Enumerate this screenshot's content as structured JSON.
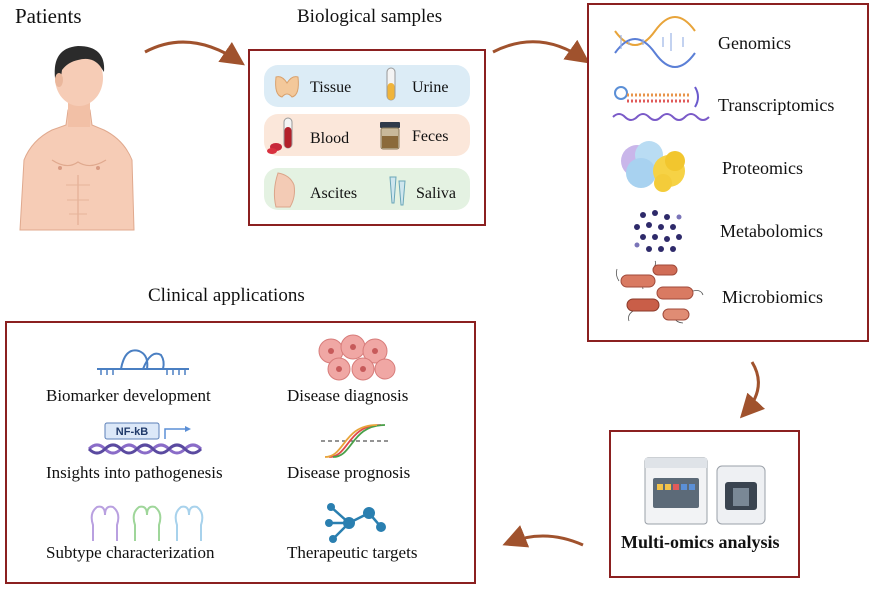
{
  "colors": {
    "box_border": "#8b2020",
    "arrow": "#a0522d",
    "tissue_pill": "#dcecf6",
    "blood_pill": "#fbe7da",
    "ascites_pill": "#e4f2e2"
  },
  "patients": {
    "label": "Patients",
    "icon": "human-torso-icon"
  },
  "samples": {
    "title": "Biological samples",
    "rows": [
      {
        "left": "Tissue",
        "right": "Urine",
        "left_icon": "thyroid-tissue-icon",
        "right_icon": "urine-tube-icon"
      },
      {
        "left": "Blood",
        "right": "Feces",
        "left_icon": "blood-tube-icon",
        "right_icon": "feces-jar-icon"
      },
      {
        "left": "Ascites",
        "right": "Saliva",
        "left_icon": "abdomen-icon",
        "right_icon": "saliva-tubes-icon"
      }
    ]
  },
  "omics": {
    "items": [
      {
        "label": "Genomics",
        "icon": "dna-helix-icon"
      },
      {
        "label": "Transcriptomics",
        "icon": "rna-strand-icon"
      },
      {
        "label": "Proteomics",
        "icon": "protein-cluster-icon"
      },
      {
        "label": "Metabolomics",
        "icon": "metabolite-dots-icon"
      },
      {
        "label": "Microbiomics",
        "icon": "bacteria-icon"
      }
    ]
  },
  "analysis": {
    "label": "Multi-omics analysis",
    "icon": "sequencer-machines-icon"
  },
  "applications": {
    "title": "Clinical applications",
    "items": [
      {
        "label": "Biomarker development",
        "icon": "biomarker-rna-icon"
      },
      {
        "label": "Disease diagnosis",
        "icon": "tissue-cells-icon"
      },
      {
        "label": "Insights into pathogenesis",
        "icon": "nfkb-promoter-icon",
        "icon_text": "NF-kB"
      },
      {
        "label": "Disease prognosis",
        "icon": "survival-curves-icon"
      },
      {
        "label": "Subtype characterization",
        "icon": "receptor-subtypes-icon"
      },
      {
        "label": "Therapeutic targets",
        "icon": "target-network-icon"
      }
    ]
  }
}
